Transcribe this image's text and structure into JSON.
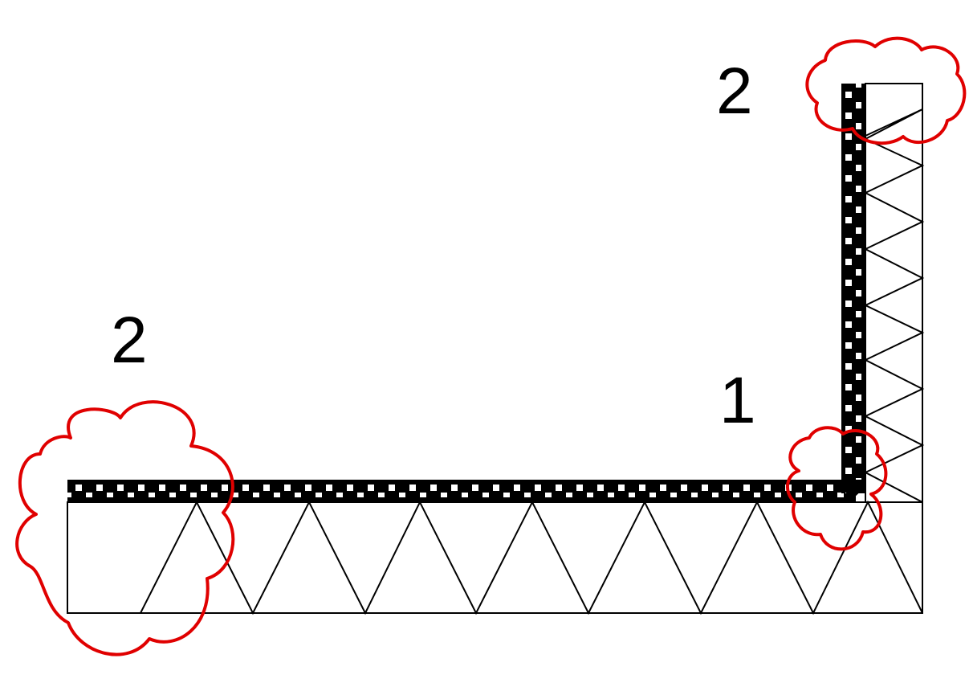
{
  "labels": {
    "top_right": "2",
    "left": "2",
    "junction": "1"
  },
  "colors": {
    "truss_line": "#000000",
    "chord_pattern": "#000000",
    "cloud": "#e00000",
    "background": "#ffffff"
  },
  "legend": {
    "cloud_icon": "revision-cloud-icon",
    "chord_pattern": "checkered-chord"
  }
}
